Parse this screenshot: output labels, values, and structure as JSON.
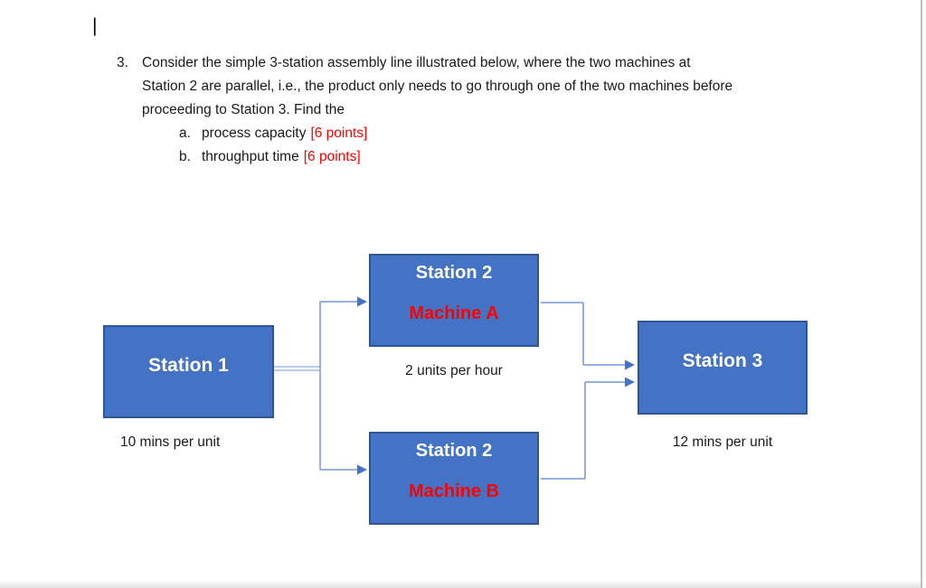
{
  "page": {
    "caret": "|"
  },
  "question": {
    "number": "3.",
    "lines": [
      "Consider the simple 3-station assembly line illustrated below, where the two machines at",
      "Station 2 are parallel, i.e., the product only needs to go through one of the two machines before",
      "proceeding to Station 3. Find the"
    ],
    "items": [
      {
        "marker": "a.",
        "text": "process capacity",
        "points": "[6 points]"
      },
      {
        "marker": "b.",
        "text": "throughput time",
        "points": "[6 points]"
      }
    ]
  },
  "diagram": {
    "station1": {
      "label": "Station 1",
      "note": "10 mins per unit"
    },
    "station2a": {
      "label": "Station 2",
      "sublabel": "Machine A",
      "note": "2 units per hour"
    },
    "station2b": {
      "label": "Station 2",
      "sublabel": "Machine B"
    },
    "station3": {
      "label": "Station 3",
      "note": "12 mins per unit"
    },
    "colors": {
      "box_fill": "#4472C4",
      "box_border": "#2F5597",
      "box_label": "#FFFFFF",
      "machine_label": "#FF0000",
      "points_label": "#FF0000",
      "connector_line": "#7396D5",
      "connector_double_line": "#8FAADC",
      "arrowhead": "#4472C4",
      "body_text": "#1A1A1A"
    }
  }
}
